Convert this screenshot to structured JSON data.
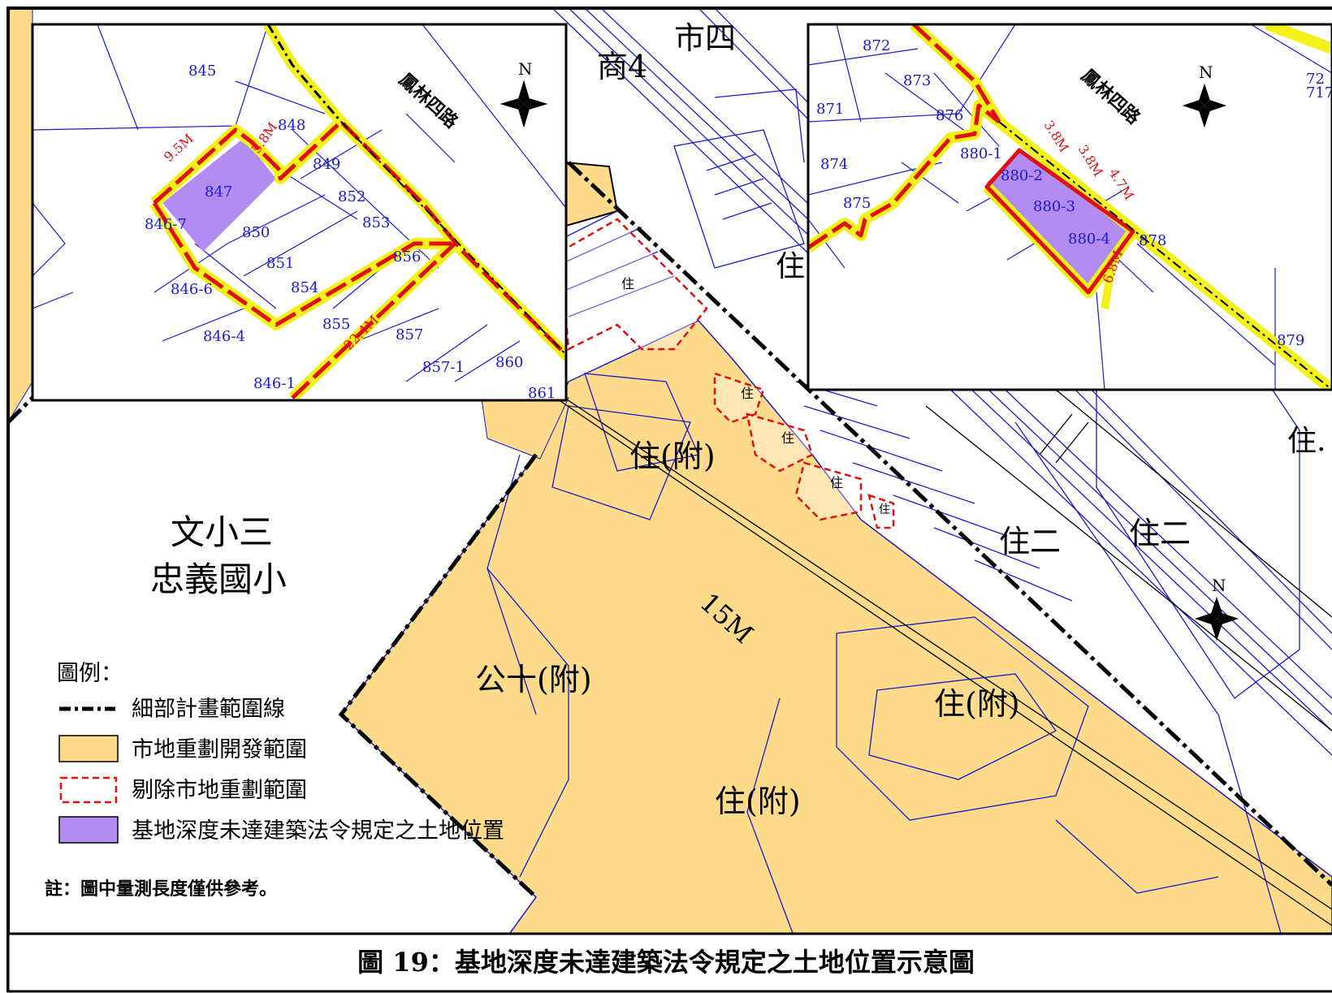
{
  "caption": "圖 19：基地深度未達建築法令規定之土地位置示意圖",
  "map": {
    "school_line1": "文小三",
    "school_line2": "忠義國小",
    "zones": {
      "shi4": "市四",
      "shang4": "商4",
      "zhu_right_top": "住",
      "zhu_right_edge": "住.",
      "zhu2_a": "住二",
      "zhu2_b": "住二",
      "zhu_fu_a": "住(附)",
      "zhu_fu_b": "住(附)",
      "zhu_fu_c": "住(附)",
      "gong10_fu": "公十(附)",
      "road_width": "15M",
      "small_zhu": [
        "住",
        "住",
        "住",
        "住",
        "住"
      ]
    },
    "north": "N"
  },
  "legend": {
    "title": "圖例：",
    "items": [
      {
        "label": "細部計畫範圍線",
        "kind": "boundary-line"
      },
      {
        "label": "市地重劃開發範圍",
        "kind": "orange-fill",
        "color": "#fddb8a"
      },
      {
        "label": "剔除市地重劃範圍",
        "kind": "red-dashed"
      },
      {
        "label": "基地深度未達建築法令規定之土地位置",
        "kind": "purple-fill",
        "color": "#b38cf2"
      }
    ],
    "note": "註：圖中量測長度僅供參考。"
  },
  "inset_left": {
    "road": "鳳林四路",
    "north": "N",
    "lots": [
      "845",
      "848",
      "847",
      "849",
      "852",
      "846-7",
      "850",
      "853",
      "851",
      "856",
      "846-6",
      "854",
      "855",
      "857",
      "846-4",
      "857-1",
      "860",
      "846-1",
      "861"
    ],
    "dims": [
      "9.5M",
      "5.8M",
      "22.4M"
    ]
  },
  "inset_right": {
    "road": "鳳林四路",
    "north": "N",
    "lots": [
      "872",
      "873",
      "871",
      "876",
      "874",
      "880-1",
      "880-2",
      "880-3",
      "875",
      "880-4",
      "878",
      "879",
      "72",
      "717"
    ],
    "dims": [
      "3.8M",
      "3.8M",
      "4.7M",
      "6.8M"
    ]
  },
  "colors": {
    "orange": "#fddb8a",
    "purple": "#b38cf2",
    "blue": "#1a1acc",
    "red": "#e01010",
    "yellow": "#f2f21a"
  }
}
